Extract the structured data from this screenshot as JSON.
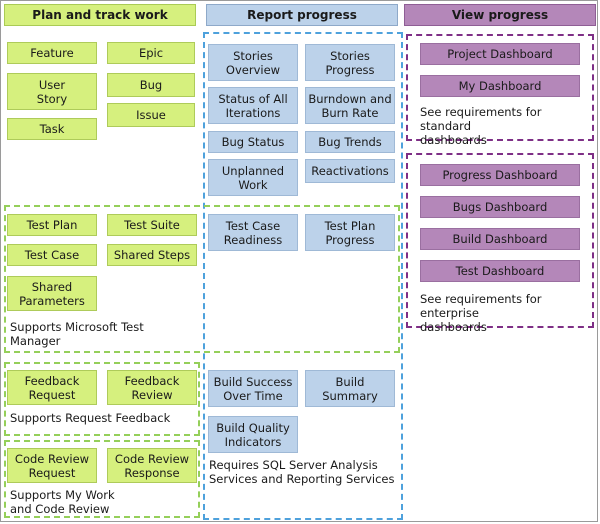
{
  "columns": {
    "plan": {
      "title": "Plan and track work"
    },
    "report": {
      "title": "Report progress"
    },
    "view": {
      "title": "View progress"
    }
  },
  "plan": {
    "work_items": [
      "Feature",
      "Epic",
      "User\nStory",
      "Bug",
      "Task",
      "Issue"
    ],
    "test_items": [
      "Test Plan",
      "Test Suite",
      "Test Case",
      "Shared Steps",
      "Shared\nParameters"
    ],
    "test_note": "Supports Microsoft Test\nManager",
    "feedback_items": [
      "Feedback\nRequest",
      "Feedback\nReview"
    ],
    "feedback_note": "Supports Request Feedback",
    "code_review_items": [
      "Code Review\nRequest",
      "Code Review\nResponse"
    ],
    "code_review_note": "Supports My Work\nand Code Review"
  },
  "report": {
    "work_reports": [
      "Stories\nOverview",
      "Stories\nProgress",
      "Status of All\nIterations",
      "Burndown and\nBurn Rate",
      "Bug Status",
      "Bug Trends",
      "Unplanned\nWork",
      "Reactivations"
    ],
    "test_reports": [
      "Test Case\nReadiness",
      "Test Plan\nProgress"
    ],
    "build_reports": [
      "Build Success\nOver Time",
      "Build\nSummary",
      "Build Quality\nIndicators"
    ],
    "build_note": "Requires SQL Server Analysis\nServices and Reporting Services"
  },
  "view": {
    "standard": [
      "Project Dashboard",
      "My Dashboard"
    ],
    "standard_note": "See requirements for standard\ndashboards",
    "enterprise": [
      "Progress Dashboard",
      "Bugs Dashboard",
      "Build Dashboard",
      "Test Dashboard"
    ],
    "enterprise_note": "See requirements for enterprise\ndashboards"
  },
  "colors": {
    "green_fill": "#d6f07e",
    "blue_fill": "#bcd2ea",
    "purple_fill": "#b487b9",
    "green_dash": "#95cf5a",
    "blue_dash": "#4ea1dc",
    "purple_dash": "#7e2f86"
  }
}
